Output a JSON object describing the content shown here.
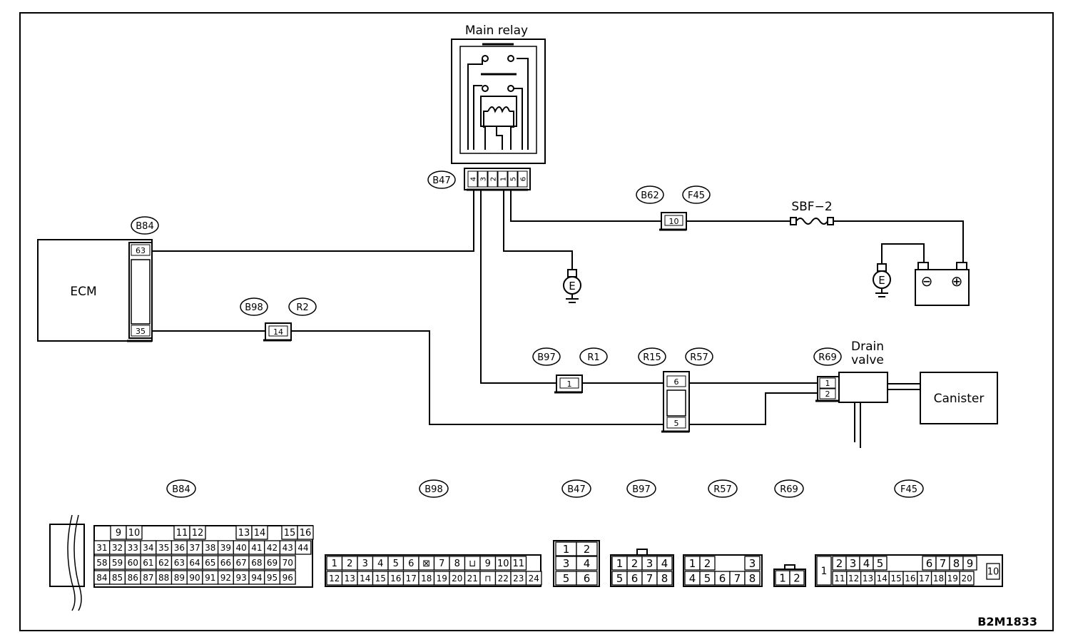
{
  "diagram_id": "B2M1833",
  "components": {
    "main_relay": "Main relay",
    "ecm": "ECM",
    "fuse": "SBF−2",
    "drain_valve_line1": "Drain",
    "drain_valve_line2": "valve",
    "canister": "Canister",
    "ground": "E",
    "battery_minus": "⊖",
    "battery_plus": "⊕"
  },
  "bubbles": {
    "b47": "B47",
    "b62": "B62",
    "f45": "F45",
    "b84": "B84",
    "b98": "B98",
    "r2": "R2",
    "b97": "B97",
    "r1": "R1",
    "r15": "R15",
    "r57": "R57",
    "r69": "R69"
  },
  "pins": {
    "b47": [
      "4",
      "3",
      "2",
      "1",
      "5",
      "6"
    ],
    "b84_top": "63",
    "b84_bottom": "35",
    "b62_f45": "10",
    "b98_r2": "14",
    "b97_r1": "1",
    "r15_r57_top": "6",
    "r15_r57_bottom": "5",
    "r69_top": "1",
    "r69_bottom": "2"
  },
  "connector_labels": [
    "B84",
    "B98",
    "B47",
    "B97",
    "R57",
    "R69",
    "F45"
  ],
  "connector_faces": {
    "b84": {
      "row1": [
        "9",
        "10",
        "11",
        "12",
        "13",
        "14",
        "15",
        "16"
      ],
      "row2": [
        "31",
        "32",
        "33",
        "34",
        "35",
        "36",
        "37",
        "38",
        "39",
        "40",
        "41",
        "42",
        "43",
        "44"
      ],
      "row3": [
        "58",
        "59",
        "60",
        "61",
        "62",
        "63",
        "64",
        "65",
        "66",
        "67",
        "68",
        "69",
        "70"
      ],
      "row4": [
        "84",
        "85",
        "86",
        "87",
        "88",
        "89",
        "90",
        "91",
        "92",
        "93",
        "94",
        "95",
        "96"
      ]
    },
    "b98": {
      "row1": [
        "1",
        "2",
        "3",
        "4",
        "5",
        "6",
        "⊠",
        "7",
        "8",
        "⊔",
        "9",
        "10",
        "11"
      ],
      "row2": [
        "12",
        "13",
        "14",
        "15",
        "16",
        "17",
        "18",
        "19",
        "20",
        "21",
        "⊓",
        "22",
        "23",
        "24"
      ]
    },
    "b47": {
      "row1": [
        "1",
        "2"
      ],
      "row2": [
        "3",
        "4"
      ],
      "row3": [
        "5",
        "6"
      ]
    },
    "b97": {
      "row1": [
        "1",
        "2",
        "3",
        "4"
      ],
      "row2": [
        "5",
        "6",
        "7",
        "8"
      ]
    },
    "r57": {
      "row1": [
        "1",
        "2",
        "3"
      ],
      "row2": [
        "4",
        "5",
        "6",
        "7",
        "8"
      ]
    },
    "r69": {
      "row1": [
        "1",
        "2"
      ]
    },
    "f45": {
      "left": "1",
      "row1": [
        "2",
        "3",
        "4",
        "5",
        "6",
        "7",
        "8",
        "9"
      ],
      "row2": [
        "11",
        "12",
        "13",
        "14",
        "15",
        "16",
        "17",
        "18",
        "19",
        "20"
      ],
      "right": "10"
    }
  },
  "colors": {
    "line": "#000000",
    "background": "#ffffff"
  }
}
